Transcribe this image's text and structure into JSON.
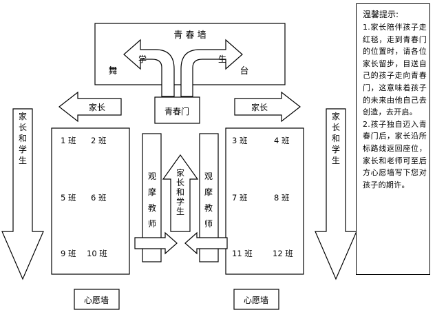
{
  "wall": {
    "title": "青 春 墙",
    "left_char": "舞",
    "right_char": "台",
    "arrow_left_label": "学",
    "arrow_right_label": "生"
  },
  "gate": {
    "label": "青春门"
  },
  "side_arrows": {
    "left_label": "家长",
    "right_label": "家长"
  },
  "vertical_arrows": {
    "left_label": "家长和学生",
    "right_label": "家长和学生",
    "center_label": "家长和学生"
  },
  "observers": {
    "left_label": "观摩教师",
    "right_label": "观摩教师"
  },
  "left_block": {
    "classes": [
      "1 班",
      "2 班",
      "5 班",
      "6 班",
      "9 班",
      "10 班"
    ],
    "wish_wall": "心愿墙"
  },
  "right_block": {
    "classes": [
      "3 班",
      "4 班",
      "7 班",
      "8 班",
      "11 班",
      "12 班"
    ],
    "wish_wall": "心愿墙"
  },
  "tips": {
    "title": "温馨提示:",
    "items": [
      "1.家长陪伴孩子走红毯，走到青春门的位置时，请各位家长留步，目送自己的孩子走向青春门，这意味着孩子的未来由他自己去创造，去开启。",
      "2.孩子独自迈入青春门后，家长沿所标路线返回座位，家长和老师可至后方心愿墙写下您对孩子的期许。"
    ]
  }
}
